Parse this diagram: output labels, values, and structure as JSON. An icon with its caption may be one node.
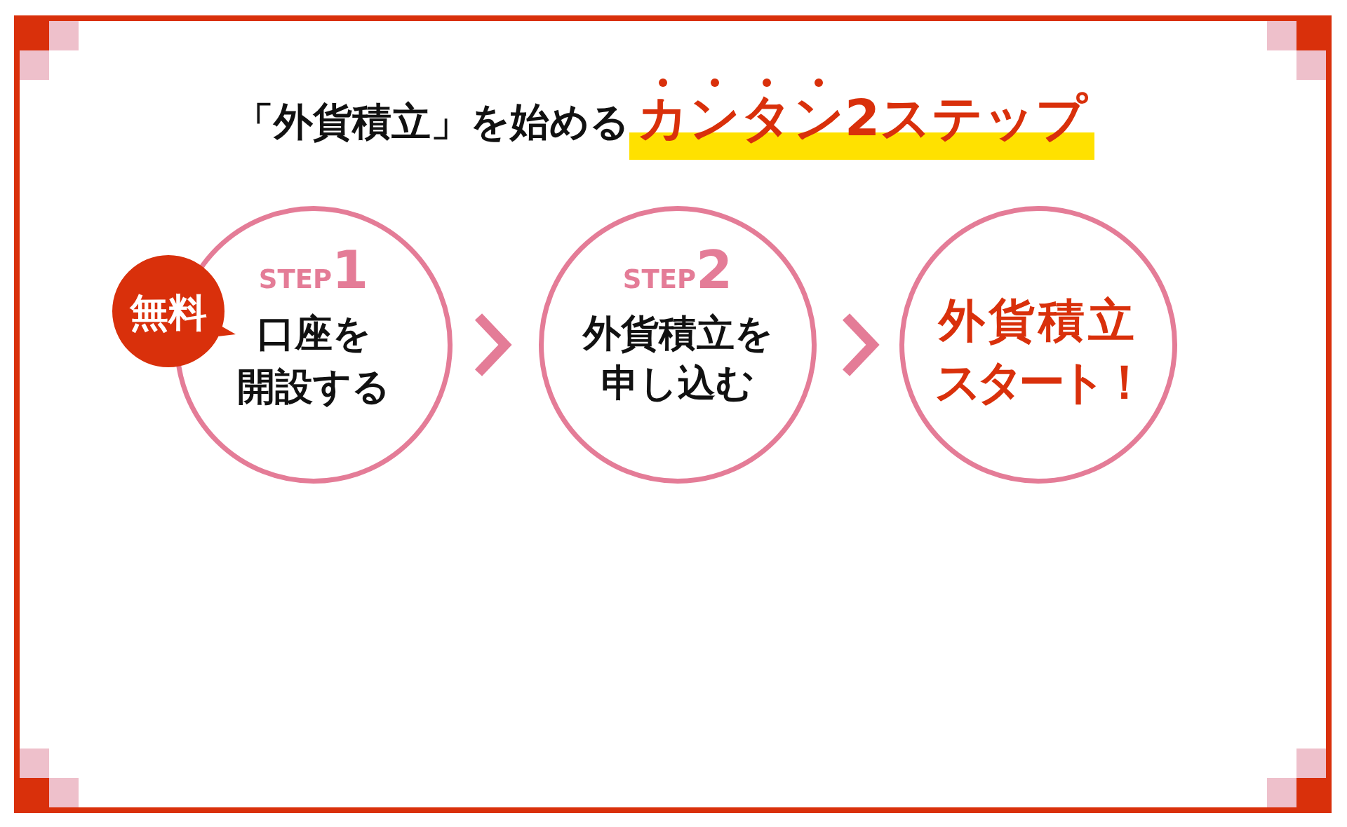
{
  "diagram": {
    "title": "「外貨積立」を始める**カンタン2ステップ**",
    "nodes": [
      {
        "text": [
          "無料"
        ]
      },
      {
        "text": [
          "STEP**1**",
          "口座を開設する"
        ]
      },
      {
        "text": [
          "STEP**2**",
          "外貨積立を申し込む"
        ]
      },
      {
        "text": [
          "外貨積立スタート！"
        ]
      }
    ],
    "edges": [
      {
        "from": 1,
        "to": 2,
        "arrow": "to"
      },
      {
        "from": 2,
        "to": 3,
        "arrow": "to"
      }
    ]
  }
}
